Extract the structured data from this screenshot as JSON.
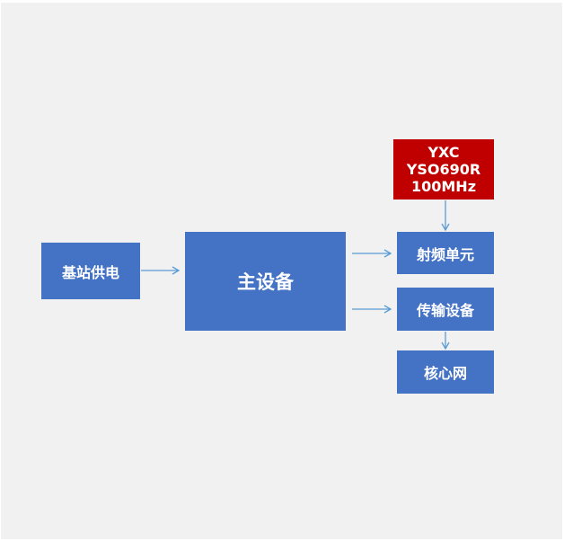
{
  "nodes": {
    "power": "基站供电",
    "main": "主设备",
    "oscillator": [
      "YXC",
      "YSO690R",
      "100MHz"
    ],
    "rf": "射频单元",
    "transport": "传输设备",
    "core": "核心网"
  },
  "colors": {
    "box": "#4472c4",
    "highlight": "#c00000",
    "arrow": "#5b9bd5",
    "background": "#f1f1f1"
  }
}
